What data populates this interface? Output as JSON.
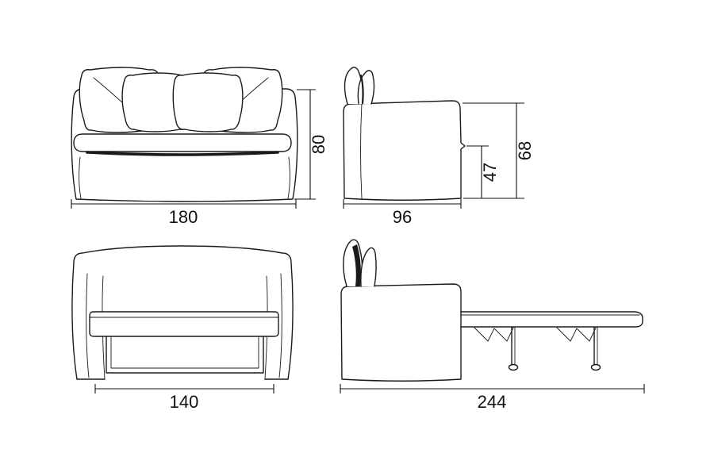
{
  "colors": {
    "background": "#ffffff",
    "line": "#1a1a1a",
    "text": "#111111"
  },
  "dimensions": {
    "front": {
      "width": "180",
      "height": "80"
    },
    "side": {
      "depth": "96",
      "seat_height": "47",
      "overall_height": "68"
    },
    "open_front": {
      "width": "140"
    },
    "open_side": {
      "length": "244"
    }
  }
}
